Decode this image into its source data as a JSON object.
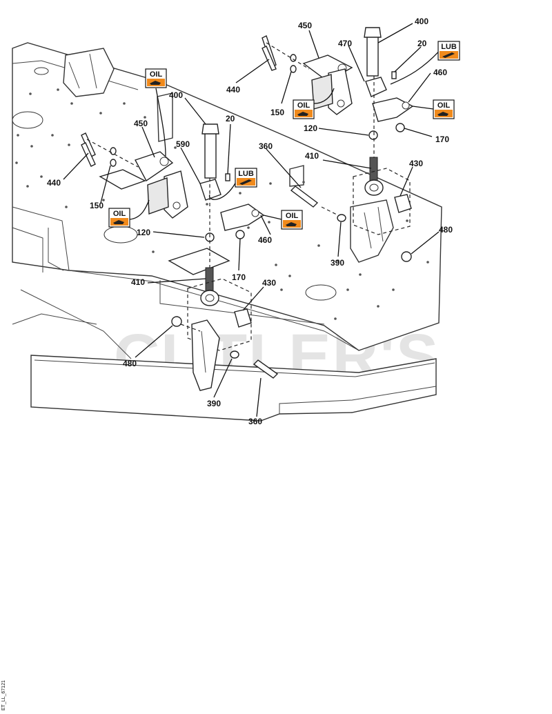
{
  "diagram": {
    "watermark": "CUTLER'S",
    "reference_code": "ET_LL_67121",
    "badges": {
      "oil": "OIL",
      "lub": "LUB"
    },
    "callouts": {
      "p400_top": "400",
      "p450_top": "450",
      "p470": "470",
      "p20_top": "20",
      "p440_top": "440",
      "p150_top": "150",
      "p460_top": "460",
      "p120_top": "120",
      "p170_top": "170",
      "p400_left": "400",
      "p20_left": "20",
      "p450_left": "450",
      "p590": "590",
      "p360_top": "360",
      "p410_top": "410",
      "p430_top": "430",
      "p440_left": "440",
      "p150_left": "150",
      "p120_left": "120",
      "p460_left": "460",
      "p170_left": "170",
      "p480_right": "480",
      "p390_top": "390",
      "p410_left": "410",
      "p430_left": "430",
      "p480_left": "480",
      "p390_bottom": "390",
      "p360_bottom": "360"
    }
  }
}
